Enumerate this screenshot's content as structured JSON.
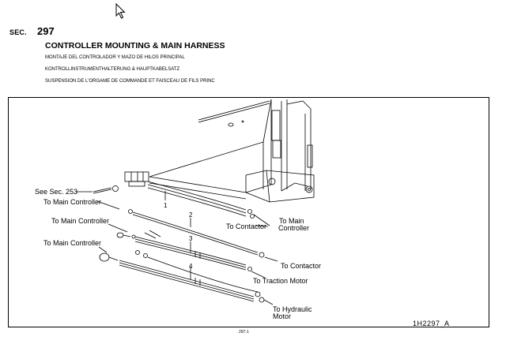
{
  "section": {
    "prefix": "SEC.",
    "number": "297"
  },
  "title": "CONTROLLER MOUNTING & MAIN HARNESS",
  "subtitles": [
    "MONTAJE DEL CONTROLADOR Y MAZO DE HILOS PRINCIPAL",
    "KONTROLLINSTRUMENTHALTERUNG & HAUPTKABELSATZ",
    "SUSPENSION DE L'ORGAME DE COMMANDE ET FAISCEAU DE FILS PRINC"
  ],
  "diagram": {
    "labels": {
      "see_sec": "See Sec. 253",
      "to_main_controller_1": "To Main Controller",
      "to_main_controller_2": "To Main Controller",
      "to_main_controller_3": "To Main Controller",
      "to_main_controller_right_1": "To Main",
      "to_main_controller_right_2": "Controller",
      "to_contactor_1": "To Contactor",
      "to_contactor_2": "To Contactor",
      "to_traction_motor": "To Traction Motor",
      "to_hydraulic_1": "To Hydraulic",
      "to_hydraulic_2": "Motor"
    },
    "callouts": [
      "1",
      "2",
      "3",
      "4"
    ],
    "figure_ref": "1H2297_A"
  },
  "page_number": "297-1"
}
